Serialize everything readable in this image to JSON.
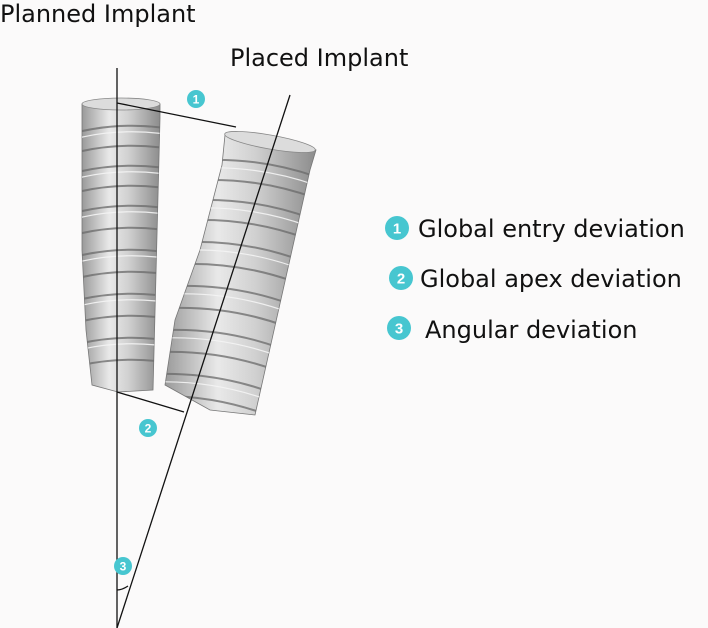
{
  "labels": {
    "planned": "Planned Implant",
    "placed": "Placed Implant"
  },
  "markers": {
    "m1": "1",
    "m2": "2",
    "m3": "3"
  },
  "legend": [
    {
      "num": "1",
      "text": "Global entry deviation"
    },
    {
      "num": "2",
      "text": "Global apex deviation"
    },
    {
      "num": "3",
      "text": "Angular deviation"
    }
  ],
  "colors": {
    "badge": "#47c6d0",
    "line": "#111111",
    "implant_light": "#e4e4e4",
    "implant_dark": "#8a8a8a"
  }
}
